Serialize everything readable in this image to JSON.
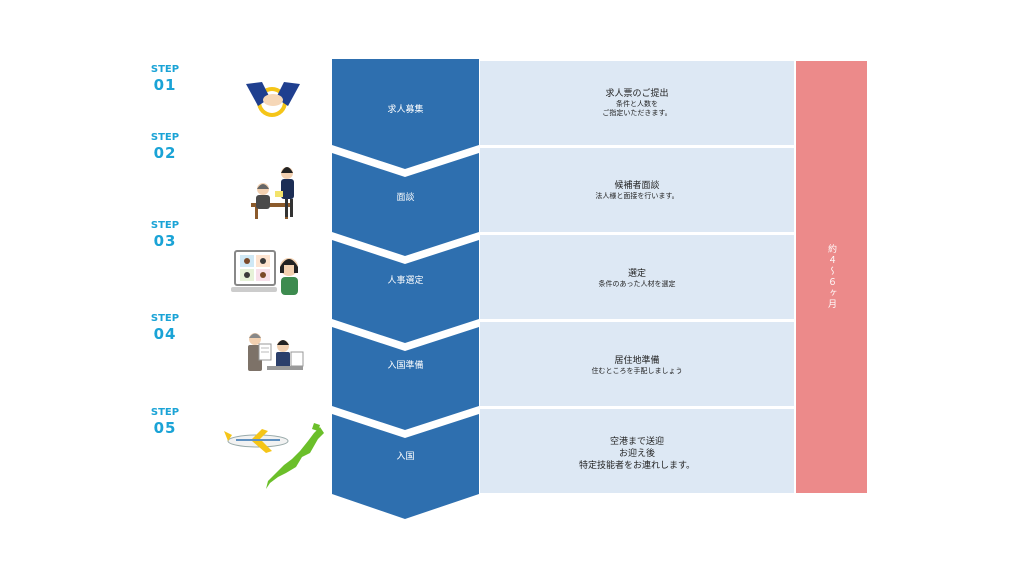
{
  "steps": [
    {
      "step_word": "STEP",
      "number": "01",
      "phase": "求人募集",
      "title": "求人票のご提出",
      "desc": "条件と人数を\nご指定いただきます。",
      "icon": "handshake-icon"
    },
    {
      "step_word": "STEP",
      "number": "02",
      "phase": "面談",
      "title": "候補者面談",
      "desc": "法人様と面接を行います。",
      "icon": "interview-icon"
    },
    {
      "step_word": "STEP",
      "number": "03",
      "phase": "人事選定",
      "title": "選定",
      "desc": "条件のあった人材を選定",
      "icon": "video-call-icon"
    },
    {
      "step_word": "STEP",
      "number": "04",
      "phase": "入国準備",
      "title": "居住地準備",
      "desc": "住むところを手配しましょう",
      "icon": "paperwork-icon"
    },
    {
      "step_word": "STEP",
      "number": "05",
      "phase": "入国",
      "title": "空港まで送迎\nお迎え後\n特定技能者をお連れします。",
      "desc": "",
      "icon": "airplane-japan-icon"
    }
  ],
  "duration": "約４〜６ヶ月",
  "colors": {
    "step_text": "#1aa3d6",
    "phase_fill": "#2e6faf",
    "detail_fill": "#dde8f4",
    "duration_fill": "#ec8a8a"
  }
}
